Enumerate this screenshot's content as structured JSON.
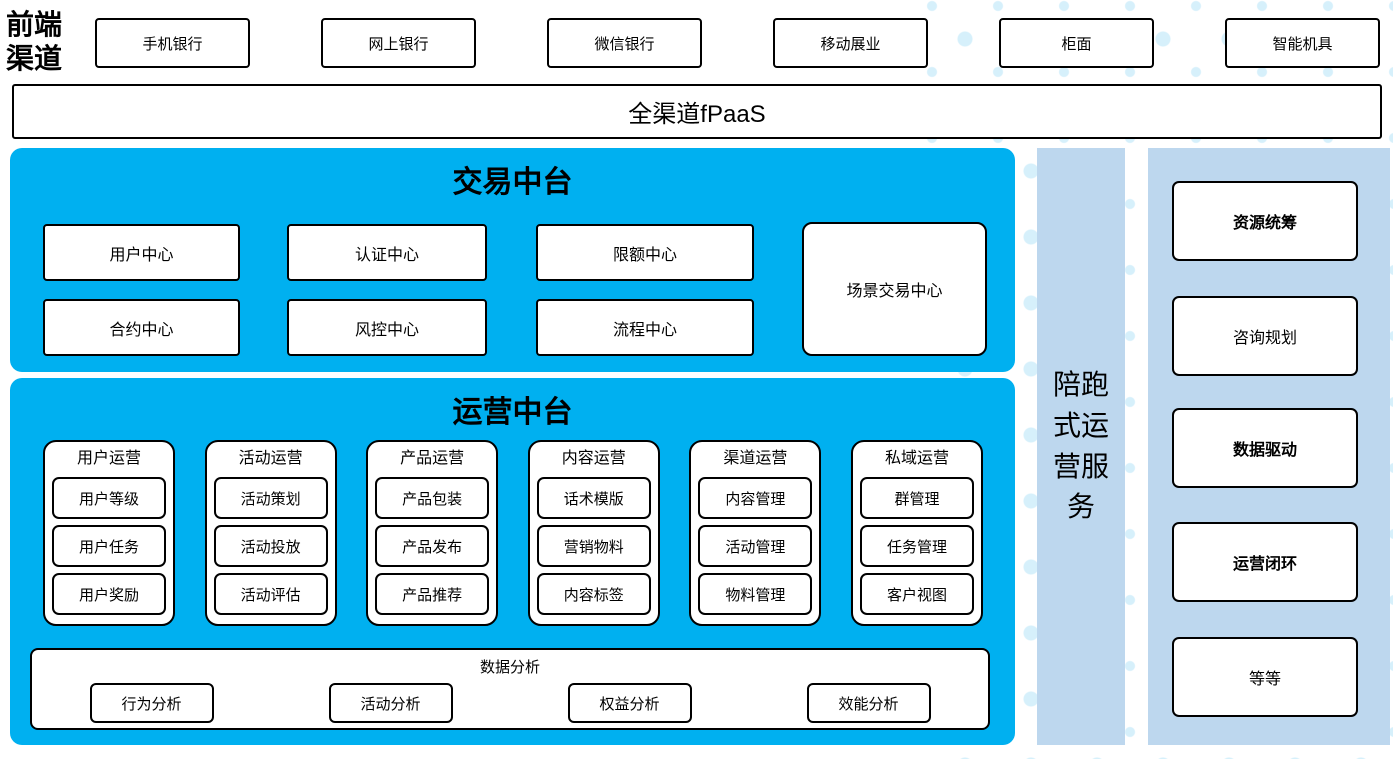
{
  "front_channels": {
    "label": "前端渠道",
    "items": [
      "手机银行",
      "网上银行",
      "微信银行",
      "移动展业",
      "柜面",
      "智能机具"
    ]
  },
  "fpaas": {
    "label": "全渠道fPaaS"
  },
  "trade": {
    "title": "交易中台",
    "cells": [
      "用户中心",
      "认证中心",
      "限额中心",
      "合约中心",
      "风控中心",
      "流程中心"
    ],
    "tall": "场景交易中心"
  },
  "ops": {
    "title": "运营中台",
    "columns": [
      {
        "title": "用户运营",
        "items": [
          "用户等级",
          "用户任务",
          "用户奖励"
        ]
      },
      {
        "title": "活动运营",
        "items": [
          "活动策划",
          "活动投放",
          "活动评估"
        ]
      },
      {
        "title": "产品运营",
        "items": [
          "产品包装",
          "产品发布",
          "产品推荐"
        ]
      },
      {
        "title": "内容运营",
        "items": [
          "话术模版",
          "营销物料",
          "内容标签"
        ]
      },
      {
        "title": "渠道运营",
        "items": [
          "内容管理",
          "活动管理",
          "物料管理"
        ]
      },
      {
        "title": "私域运营",
        "items": [
          "群管理",
          "任务管理",
          "客户视图"
        ]
      }
    ],
    "analysis": {
      "title": "数据分析",
      "items": [
        "行为分析",
        "活动分析",
        "权益分析",
        "效能分析"
      ]
    }
  },
  "side_service": {
    "label": "陪跑式运营服务"
  },
  "right_services": {
    "items": [
      "资源统筹",
      "咨询规划",
      "数据驱动",
      "运营闭环",
      "等等"
    ]
  },
  "colors": {
    "accent_blue": "#00b0f0",
    "light_blue": "#bdd7ee",
    "dot_blue": "#d6f0fb",
    "border_black": "#000000"
  }
}
